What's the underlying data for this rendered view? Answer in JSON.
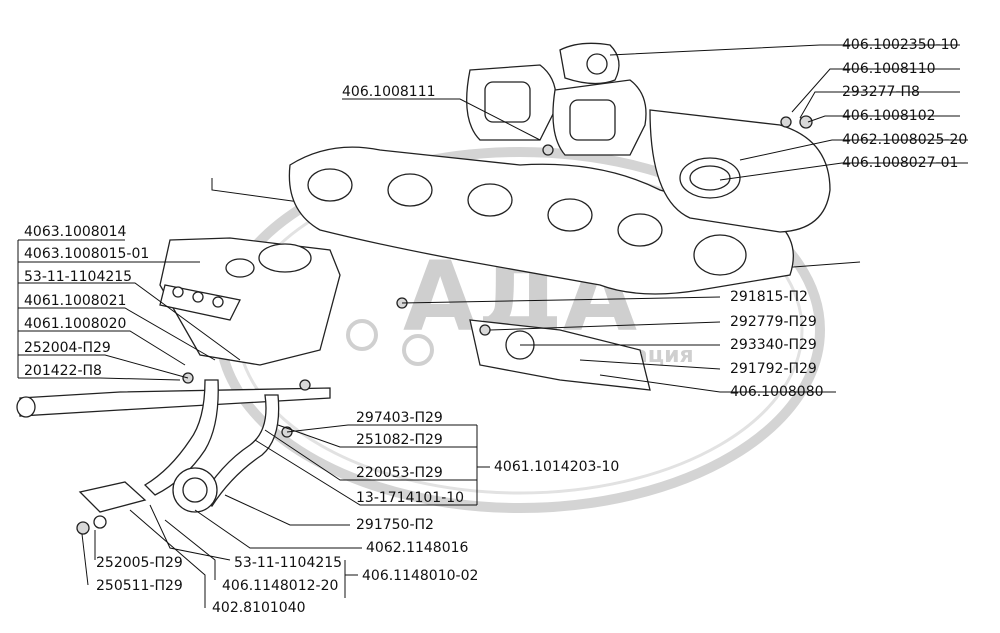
{
  "watermark": {
    "brand": "АДА",
    "subtitle": "Автоассоциация"
  },
  "labels": {
    "l01": "406.1002350-10",
    "l02": "406.1008110",
    "l03": "293277-П8",
    "l04": "406.1008111",
    "l05": "406.1008102",
    "l06": "4062.1008025-20",
    "l07": "406.1008027-01",
    "l08": "4063.1008014",
    "l09": "4063.1008015-01",
    "l10": "53-11-1104215",
    "l11": "4061.1008021",
    "l12": "4061.1008020",
    "l13": "252004-П29",
    "l14": "201422-П8",
    "l15": "291815-П2",
    "l16": "292779-П29",
    "l17": "293340-П29",
    "l18": "291792-П29",
    "l19": "406.1008080",
    "l20": "297403-П29",
    "l21": "251082-П29",
    "l22": "220053-П29",
    "l23": "13-1714101-10",
    "l24": "4061.1014203-10",
    "l25": "291750-П2",
    "l26": "4062.1148016",
    "l27": "53-11-1104215",
    "l28": "252005-П29",
    "l29": "406.1148012-20",
    "l30": "406.1148010-02",
    "l31": "250511-П29",
    "l32": "402.8101040"
  }
}
